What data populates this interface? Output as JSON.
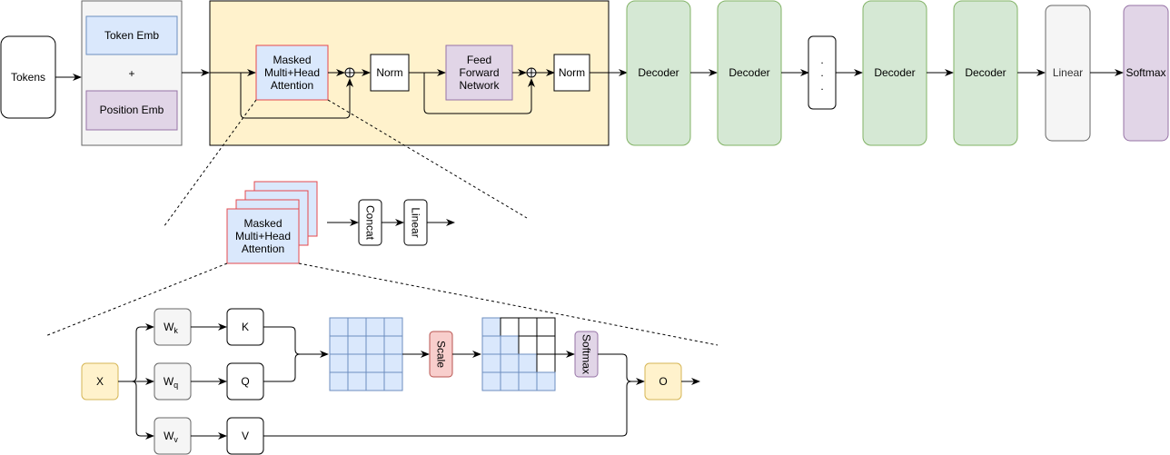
{
  "colors": {
    "embed_container": "#f5f5f5",
    "token_emb": "#dae8fc",
    "position_emb": "#e1d5e7",
    "decoder_block_bg": "#fff2cc",
    "attention": "#dae8fc",
    "attention_border": "#e5484d",
    "ffn": "#e1d5e7",
    "decoder": "#d5e8d4",
    "decoder_border": "#82b366",
    "linear": "#f5f5f5",
    "softmax": "#e1d5e7",
    "scale": "#f8cecc",
    "x_node": "#fff2cc",
    "matrix": "#dae8fc",
    "matrix_border": "#6c8ebf"
  },
  "top": {
    "tokens": "Tokens",
    "token_emb": "Token Emb",
    "plus": "+",
    "position_emb": "Position Emb",
    "attention_lines": [
      "Masked",
      "Multi+Head",
      "Attention"
    ],
    "norm1": "Norm",
    "ffn_lines": [
      "Feed",
      "Forward",
      "Network"
    ],
    "norm2": "Norm",
    "decoders": [
      "Decoder",
      "Decoder",
      "Decoder",
      "Decoder"
    ],
    "ellipsis": ". . .",
    "linear": "Linear",
    "softmax": "Softmax"
  },
  "middle": {
    "attention_lines": [
      "Masked",
      "Multi+Head",
      "Attention"
    ],
    "concat": "Concat",
    "linear": "Linear"
  },
  "bottom": {
    "x": "X",
    "wk": "W",
    "wk_sub": "k",
    "wq": "W",
    "wq_sub": "q",
    "wv": "W",
    "wv_sub": "v",
    "k": "K",
    "q": "Q",
    "v": "V",
    "scale": "Scale",
    "softmax": "Softmax",
    "o": "O",
    "mask_matrix": [
      [
        1,
        0,
        0,
        0
      ],
      [
        1,
        1,
        0,
        0
      ],
      [
        1,
        1,
        1,
        0
      ],
      [
        1,
        1,
        1,
        1
      ]
    ]
  }
}
